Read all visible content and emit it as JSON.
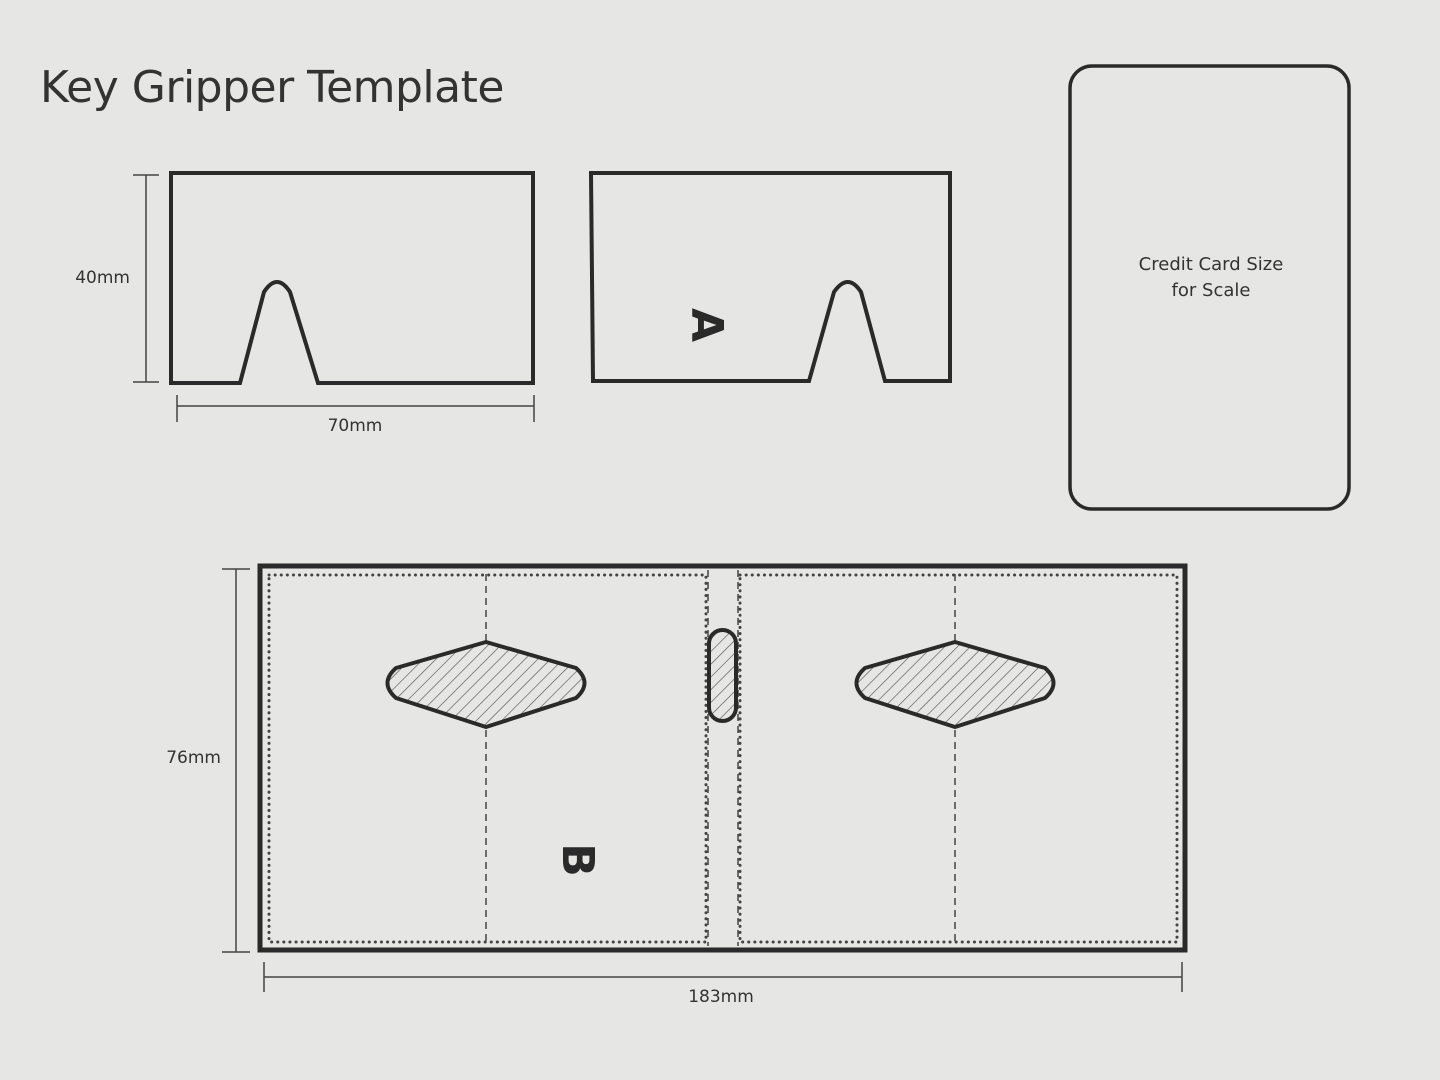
{
  "title": "Key Gripper Template",
  "dimensions": {
    "piece_height": "40mm",
    "piece_width": "70mm",
    "panel_height": "76mm",
    "panel_width": "183mm"
  },
  "labels": {
    "piece_a": "A",
    "panel_b": "B"
  },
  "card": {
    "line1": "Credit Card Size",
    "line2": "for Scale"
  },
  "colors": {
    "paper": "#e6e6e4",
    "ink": "#2a2a2a"
  }
}
